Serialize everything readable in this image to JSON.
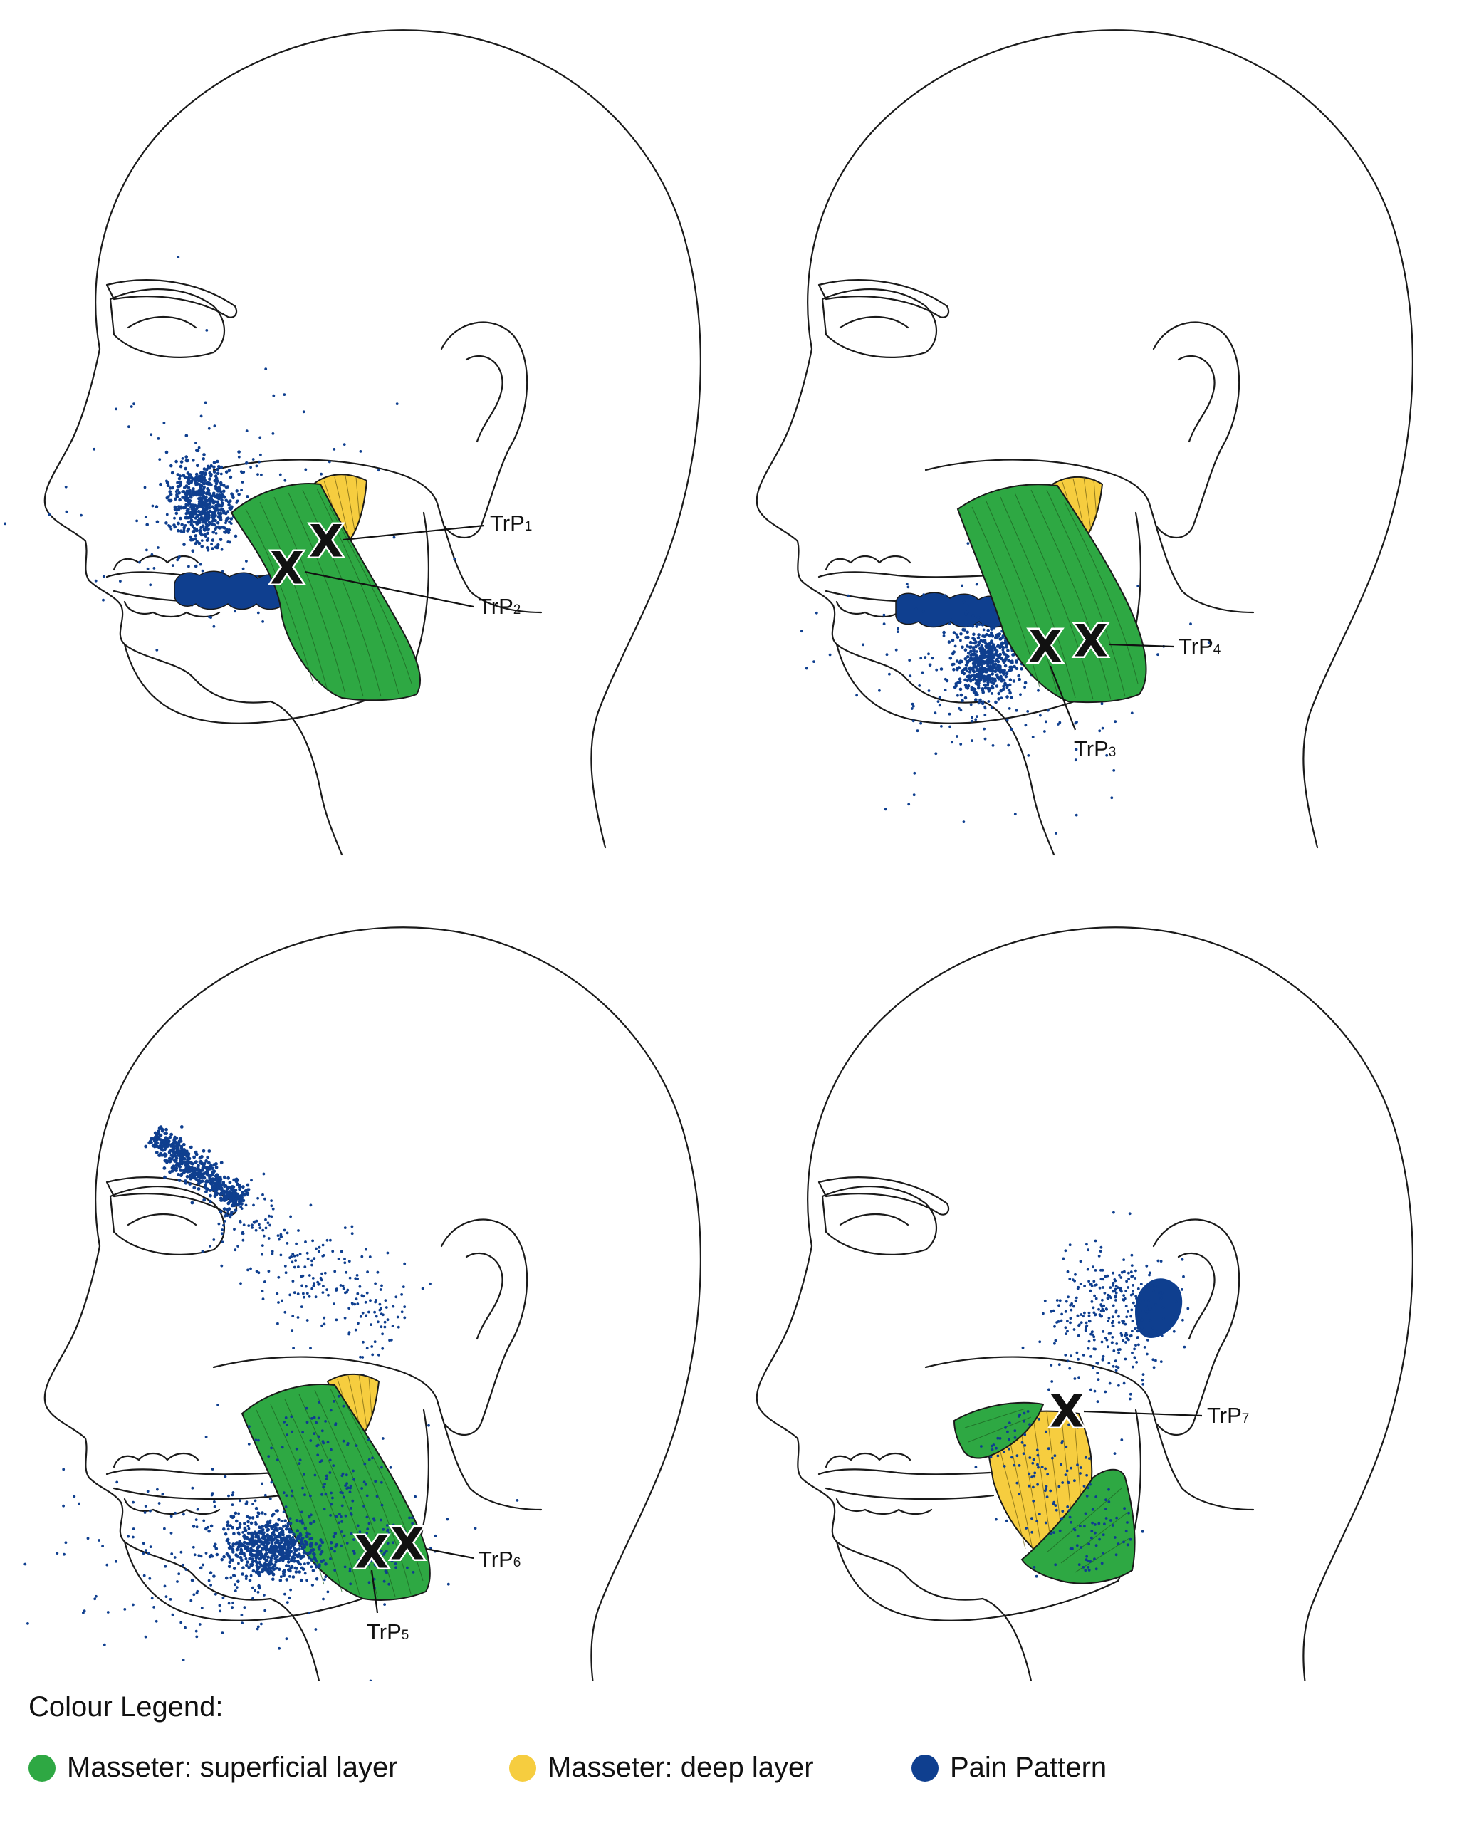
{
  "colors": {
    "superficial": "#2ea843",
    "deep": "#f6cd3f",
    "pain": "#0f3f8f",
    "outline": "#1a1a1a"
  },
  "labels": {
    "trp1": {
      "base": "TrP",
      "sub": "1"
    },
    "trp2": {
      "base": "TrP",
      "sub": "2"
    },
    "trp3": {
      "base": "TrP",
      "sub": "3"
    },
    "trp4": {
      "base": "TrP",
      "sub": "4"
    },
    "trp5": {
      "base": "TrP",
      "sub": "5"
    },
    "trp6": {
      "base": "TrP",
      "sub": "6"
    },
    "trp7": {
      "base": "TrP",
      "sub": "7"
    }
  },
  "legend": {
    "title": "Colour Legend:",
    "items": [
      {
        "label": "Masseter: superficial layer",
        "color_key": "superficial"
      },
      {
        "label": "Masseter: deep layer",
        "color_key": "deep"
      },
      {
        "label": "Pain Pattern",
        "color_key": "pain"
      }
    ]
  }
}
